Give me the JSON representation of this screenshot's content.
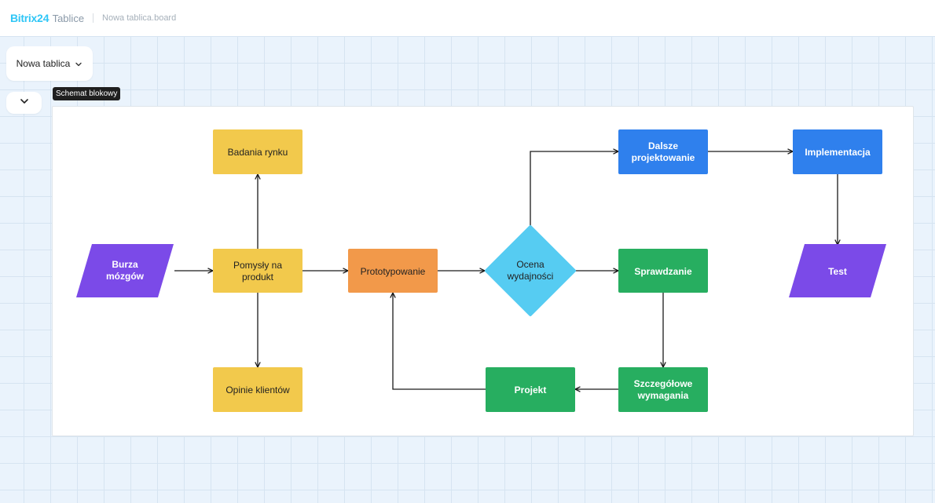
{
  "header": {
    "brand": "Bitrix",
    "brand_num": "24",
    "product": "Tablice",
    "filename": "Nowa tablica.board"
  },
  "toolbar": {
    "board_name": "Nowa tablica",
    "tooltip": "Schemat blokowy"
  },
  "icons": {
    "board_dropdown": "chevron-down-icon",
    "collapse": "chevron-down-icon"
  },
  "colors": {
    "brand": "#2fc6f6",
    "purple": "#7b4ae8",
    "yellow": "#f2c94c",
    "orange": "#f2994a",
    "cyan": "#56ccf2",
    "green": "#27ae60",
    "blue": "#2f80ed",
    "canvas": "#eaf3fc",
    "grid": "#d6e4f1"
  },
  "diagram": {
    "nodes": {
      "burza": [
        "Burza",
        "mózgów"
      ],
      "badania": [
        "Badania rynku"
      ],
      "pomysly": [
        "Pomysły na",
        "produkt"
      ],
      "opinie": [
        "Opinie klientów"
      ],
      "prototyp": [
        "Prototypowanie"
      ],
      "ocena": [
        "Ocena",
        "wydajności"
      ],
      "dalsze": [
        "Dalsze",
        "projektowanie"
      ],
      "implementacja": [
        "Implementacja"
      ],
      "test": [
        "Test"
      ],
      "sprawdzanie": [
        "Sprawdzanie"
      ],
      "szczegolowe": [
        "Szczegółowe",
        "wymagania"
      ],
      "projekt": [
        "Projekt"
      ]
    }
  }
}
